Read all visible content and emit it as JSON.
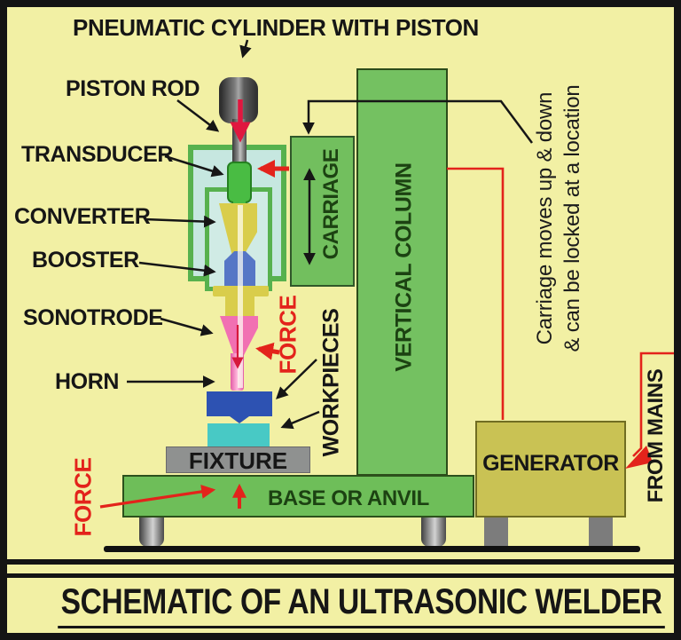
{
  "title": "SCHEMATIC OF AN ULTRASONIC WELDER",
  "labels": {
    "pneumatic": "PNEUMATIC CYLINDER WITH PISTON",
    "piston_rod": "PISTON ROD",
    "transducer": "TRANSDUCER",
    "converter": "CONVERTER",
    "booster": "BOOSTER",
    "sonotrode": "SONOTRODE",
    "horn": "HORN",
    "fixture": "FIXTURE",
    "base": "BASE OR ANVIL",
    "generator": "GENERATOR",
    "from_mains": "FROM MAINS",
    "carriage": "CARRIAGE",
    "vertical_column": "VERTICAL COLUMN",
    "workpieces": "WORKPIECES",
    "force": "FORCE",
    "carriage_note_line1": "Carriage moves up & down",
    "carriage_note_line2": "& can be locked at a location"
  },
  "colors": {
    "background": "#f2f0a4",
    "frame": "#141414",
    "red_accent": "#e3231b",
    "crimson_arrow": "#e0173f",
    "machine_green": "#73c05f",
    "housing_fill": "#c6e7e0",
    "housing_border": "#57b14e",
    "transducer_green": "#49bc43",
    "converter_yellow": "#d9cd4b",
    "booster_blue": "#5676c6",
    "sonotrode_pink": "#f170b2",
    "workpiece_blue": "#2d52b2",
    "workpiece_cyan": "#48c9c5",
    "fixture_gray": "#8f9190",
    "generator_olive": "#c9c254"
  }
}
